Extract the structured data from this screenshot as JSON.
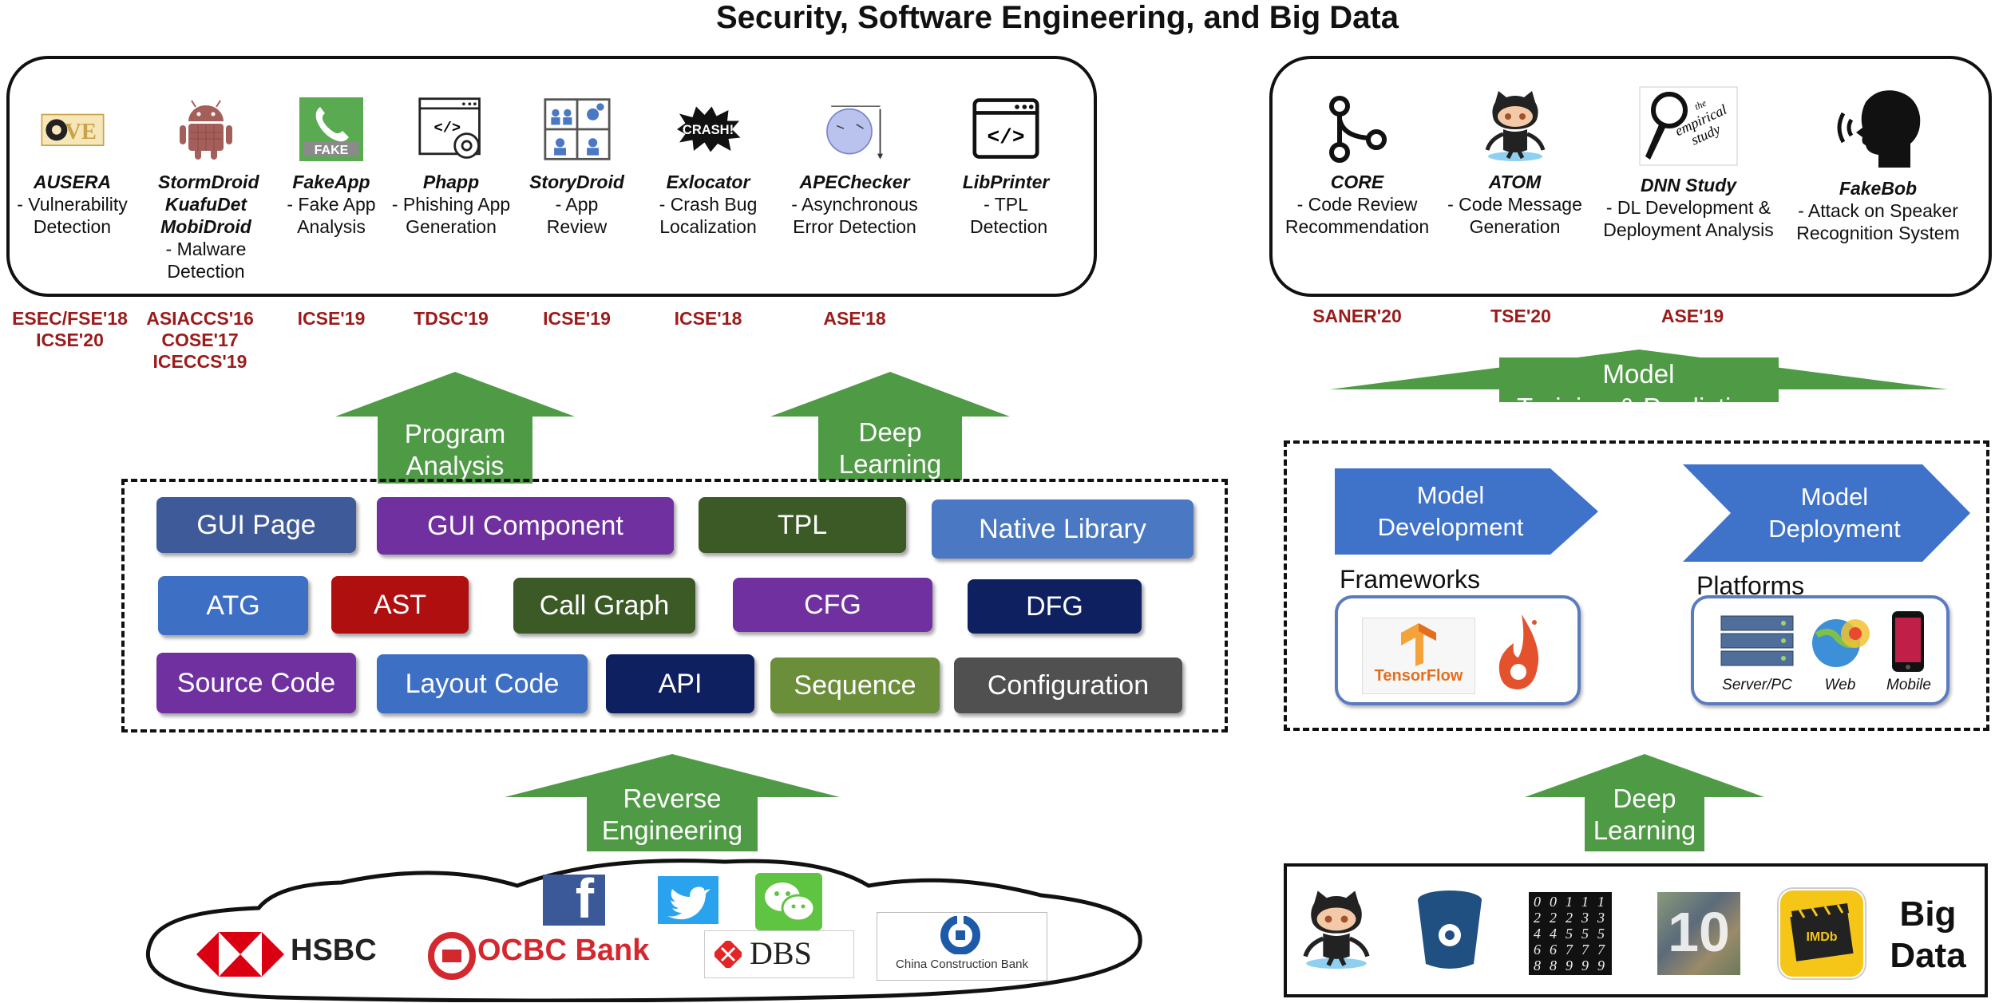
{
  "title": "Security, Software Engineering, and Big Data",
  "left_tools": [
    {
      "name": "AUSERA",
      "desc": "- Vulnerability Detection",
      "icon": "cve-icon"
    },
    {
      "name": "StormDroid KuafuDet MobiDroid",
      "desc": "- Malware Detection",
      "icon": "android-icon"
    },
    {
      "name": "FakeApp",
      "desc": "- Fake App Analysis",
      "icon": "fake-phone-icon"
    },
    {
      "name": "Phapp",
      "desc": "- Phishing App Generation",
      "icon": "code-gear-icon"
    },
    {
      "name": "StoryDroid",
      "desc": "- App Review",
      "icon": "storyboard-icon"
    },
    {
      "name": "Exlocator",
      "desc": "- Crash Bug Localization",
      "icon": "crash-icon"
    },
    {
      "name": "APEChecker",
      "desc": "- Asynchronous Error Detection",
      "icon": "process-diagram-icon"
    },
    {
      "name": "LibPrinter",
      "desc": "- TPL Detection",
      "icon": "code-window-icon"
    }
  ],
  "left_venues": [
    {
      "text": "ESEC/FSE'18\nICSE'20"
    },
    {
      "text": "ASIACCS'16\nCOSE'17\nICECCS'19"
    },
    {
      "text": "ICSE'19"
    },
    {
      "text": "TDSC'19"
    },
    {
      "text": "ICSE'19"
    },
    {
      "text": "ICSE'18"
    },
    {
      "text": "ASE'18"
    }
  ],
  "right_tools": [
    {
      "name": "CORE",
      "desc": "- Code Review Recommendation",
      "icon": "git-branch-icon"
    },
    {
      "name": "ATOM",
      "desc": "- Code Message Generation",
      "icon": "github-octocat-icon"
    },
    {
      "name": "DNN Study",
      "desc": "- DL Development & Deployment Analysis",
      "icon": "empirical-study-icon"
    },
    {
      "name": "FakeBob",
      "desc": "- Attack on Speaker Recognition System",
      "icon": "speaking-head-icon"
    }
  ],
  "right_venues": [
    {
      "text": "SANER'20"
    },
    {
      "text": "TSE'20"
    },
    {
      "text": "ASE'19"
    }
  ],
  "arrows": {
    "program_analysis": "Program\nAnalysis",
    "deep_learning_left": "Deep\nLearning",
    "model_training": "Model\nTraining & Prediction",
    "reverse_engineering": "Reverse\nEngineering",
    "deep_learning_right": "Deep\nLearning"
  },
  "artifacts": [
    {
      "label": "GUI Page",
      "color": "#3f5a99"
    },
    {
      "label": "GUI Component",
      "color": "#7030a0"
    },
    {
      "label": "TPL",
      "color": "#3c5a26"
    },
    {
      "label": "Native Library",
      "color": "#4a78c2"
    },
    {
      "label": "ATG",
      "color": "#3d6fc4"
    },
    {
      "label": "AST",
      "color": "#b00f0f"
    },
    {
      "label": "Call Graph",
      "color": "#3c5a26"
    },
    {
      "label": "CFG",
      "color": "#7030a0"
    },
    {
      "label": "DFG",
      "color": "#0f2060"
    },
    {
      "label": "Source Code",
      "color": "#7030a0"
    },
    {
      "label": "Layout Code",
      "color": "#3d6fc4"
    },
    {
      "label": "API",
      "color": "#0f2060"
    },
    {
      "label": "Sequence",
      "color": "#6b8e3a"
    },
    {
      "label": "Configuration",
      "color": "#505050"
    }
  ],
  "model": {
    "development": "Model\nDevelopment",
    "deployment": "Model\nDeployment",
    "frameworks_label": "Frameworks",
    "platforms_label": "Platforms",
    "tensorflow": "TensorFlow",
    "platforms": [
      "Server/PC",
      "Web",
      "Mobile"
    ]
  },
  "cloud": {
    "banks": [
      "HSBC",
      "OCBC Bank",
      "DBS",
      "China Construction Bank"
    ],
    "social_icons": [
      "facebook-icon",
      "twitter-icon",
      "wechat-icon"
    ]
  },
  "bigdata": {
    "label": "Big\nData",
    "icons": [
      "github-octocat-icon",
      "bitbucket-icon",
      "mnist-digits-icon",
      "cifar-10-icon",
      "imdb-icon"
    ],
    "cifar_label": "10",
    "imdb_label": "IMDb"
  }
}
